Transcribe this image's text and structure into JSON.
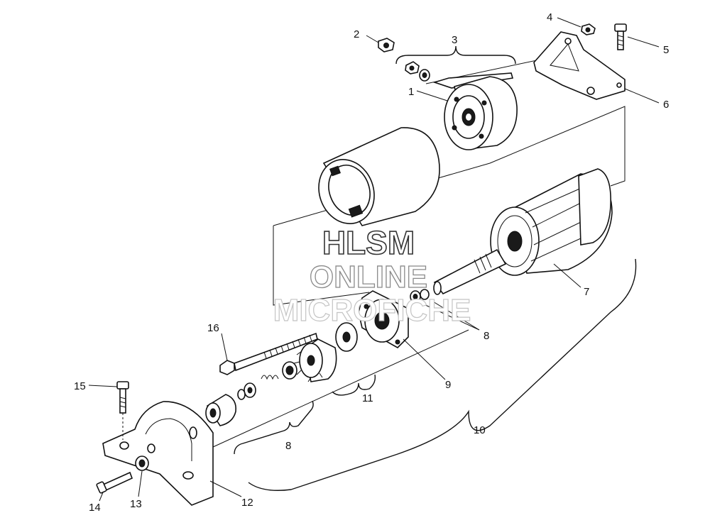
{
  "watermark": {
    "line1": "HLSM",
    "line2": "ONLINE",
    "line3": "MICROFICHE"
  },
  "callouts": [
    {
      "id": "c1",
      "label": "1"
    },
    {
      "id": "c2",
      "label": "2"
    },
    {
      "id": "c3",
      "label": "3"
    },
    {
      "id": "c4",
      "label": "4"
    },
    {
      "id": "c5",
      "label": "5"
    },
    {
      "id": "c6",
      "label": "6"
    },
    {
      "id": "c7",
      "label": "7"
    },
    {
      "id": "c8a",
      "label": "8"
    },
    {
      "id": "c8b",
      "label": "8"
    },
    {
      "id": "c9",
      "label": "9"
    },
    {
      "id": "c10",
      "label": "10"
    },
    {
      "id": "c11",
      "label": "11"
    },
    {
      "id": "c12",
      "label": "12"
    },
    {
      "id": "c13",
      "label": "13"
    },
    {
      "id": "c14",
      "label": "14"
    },
    {
      "id": "c15",
      "label": "15"
    },
    {
      "id": "c16",
      "label": "16"
    }
  ]
}
